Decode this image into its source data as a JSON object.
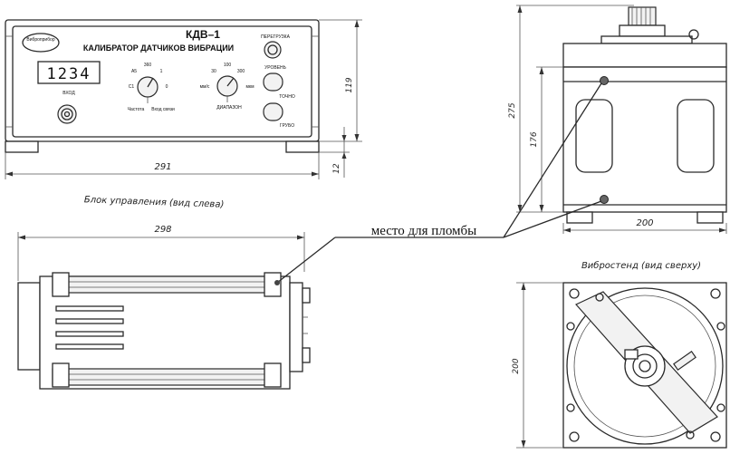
{
  "front_view": {
    "logo_top": "Виброприбор",
    "logo_bottom": "",
    "model": "КДВ–1",
    "title": "КАЛИБРАТОР ДАТЧИКОВ ВИБРАЦИИ",
    "display_digits": "1234",
    "input_label": "ВХОД",
    "selector_labels": [
      "А5",
      "360",
      "1",
      "С1",
      "0"
    ],
    "selector_caption_left": "Частота",
    "selector_caption_right": "Вход связи",
    "range_labels": [
      "30",
      "100",
      "300",
      "мм/с",
      "мкм"
    ],
    "range_caption": "ДИАПАЗОН",
    "button_overload": "ПЕРЕГРУЗКА",
    "button_level": "УРОВЕНЬ",
    "button_fine": "ТОЧНО",
    "button_rough": "ГРУБО"
  },
  "dimensions": {
    "front_width": "291",
    "front_height": "119",
    "foot_height": "12",
    "side_length": "298",
    "right_height": "275",
    "right_inner": "176",
    "right_width": "200",
    "top_depth": "200"
  },
  "captions": {
    "side_view": "Блок управления (вид слева)",
    "top_view": "Вибростенд (вид сверху)"
  },
  "callout": {
    "seal_place": "место для пломбы"
  }
}
